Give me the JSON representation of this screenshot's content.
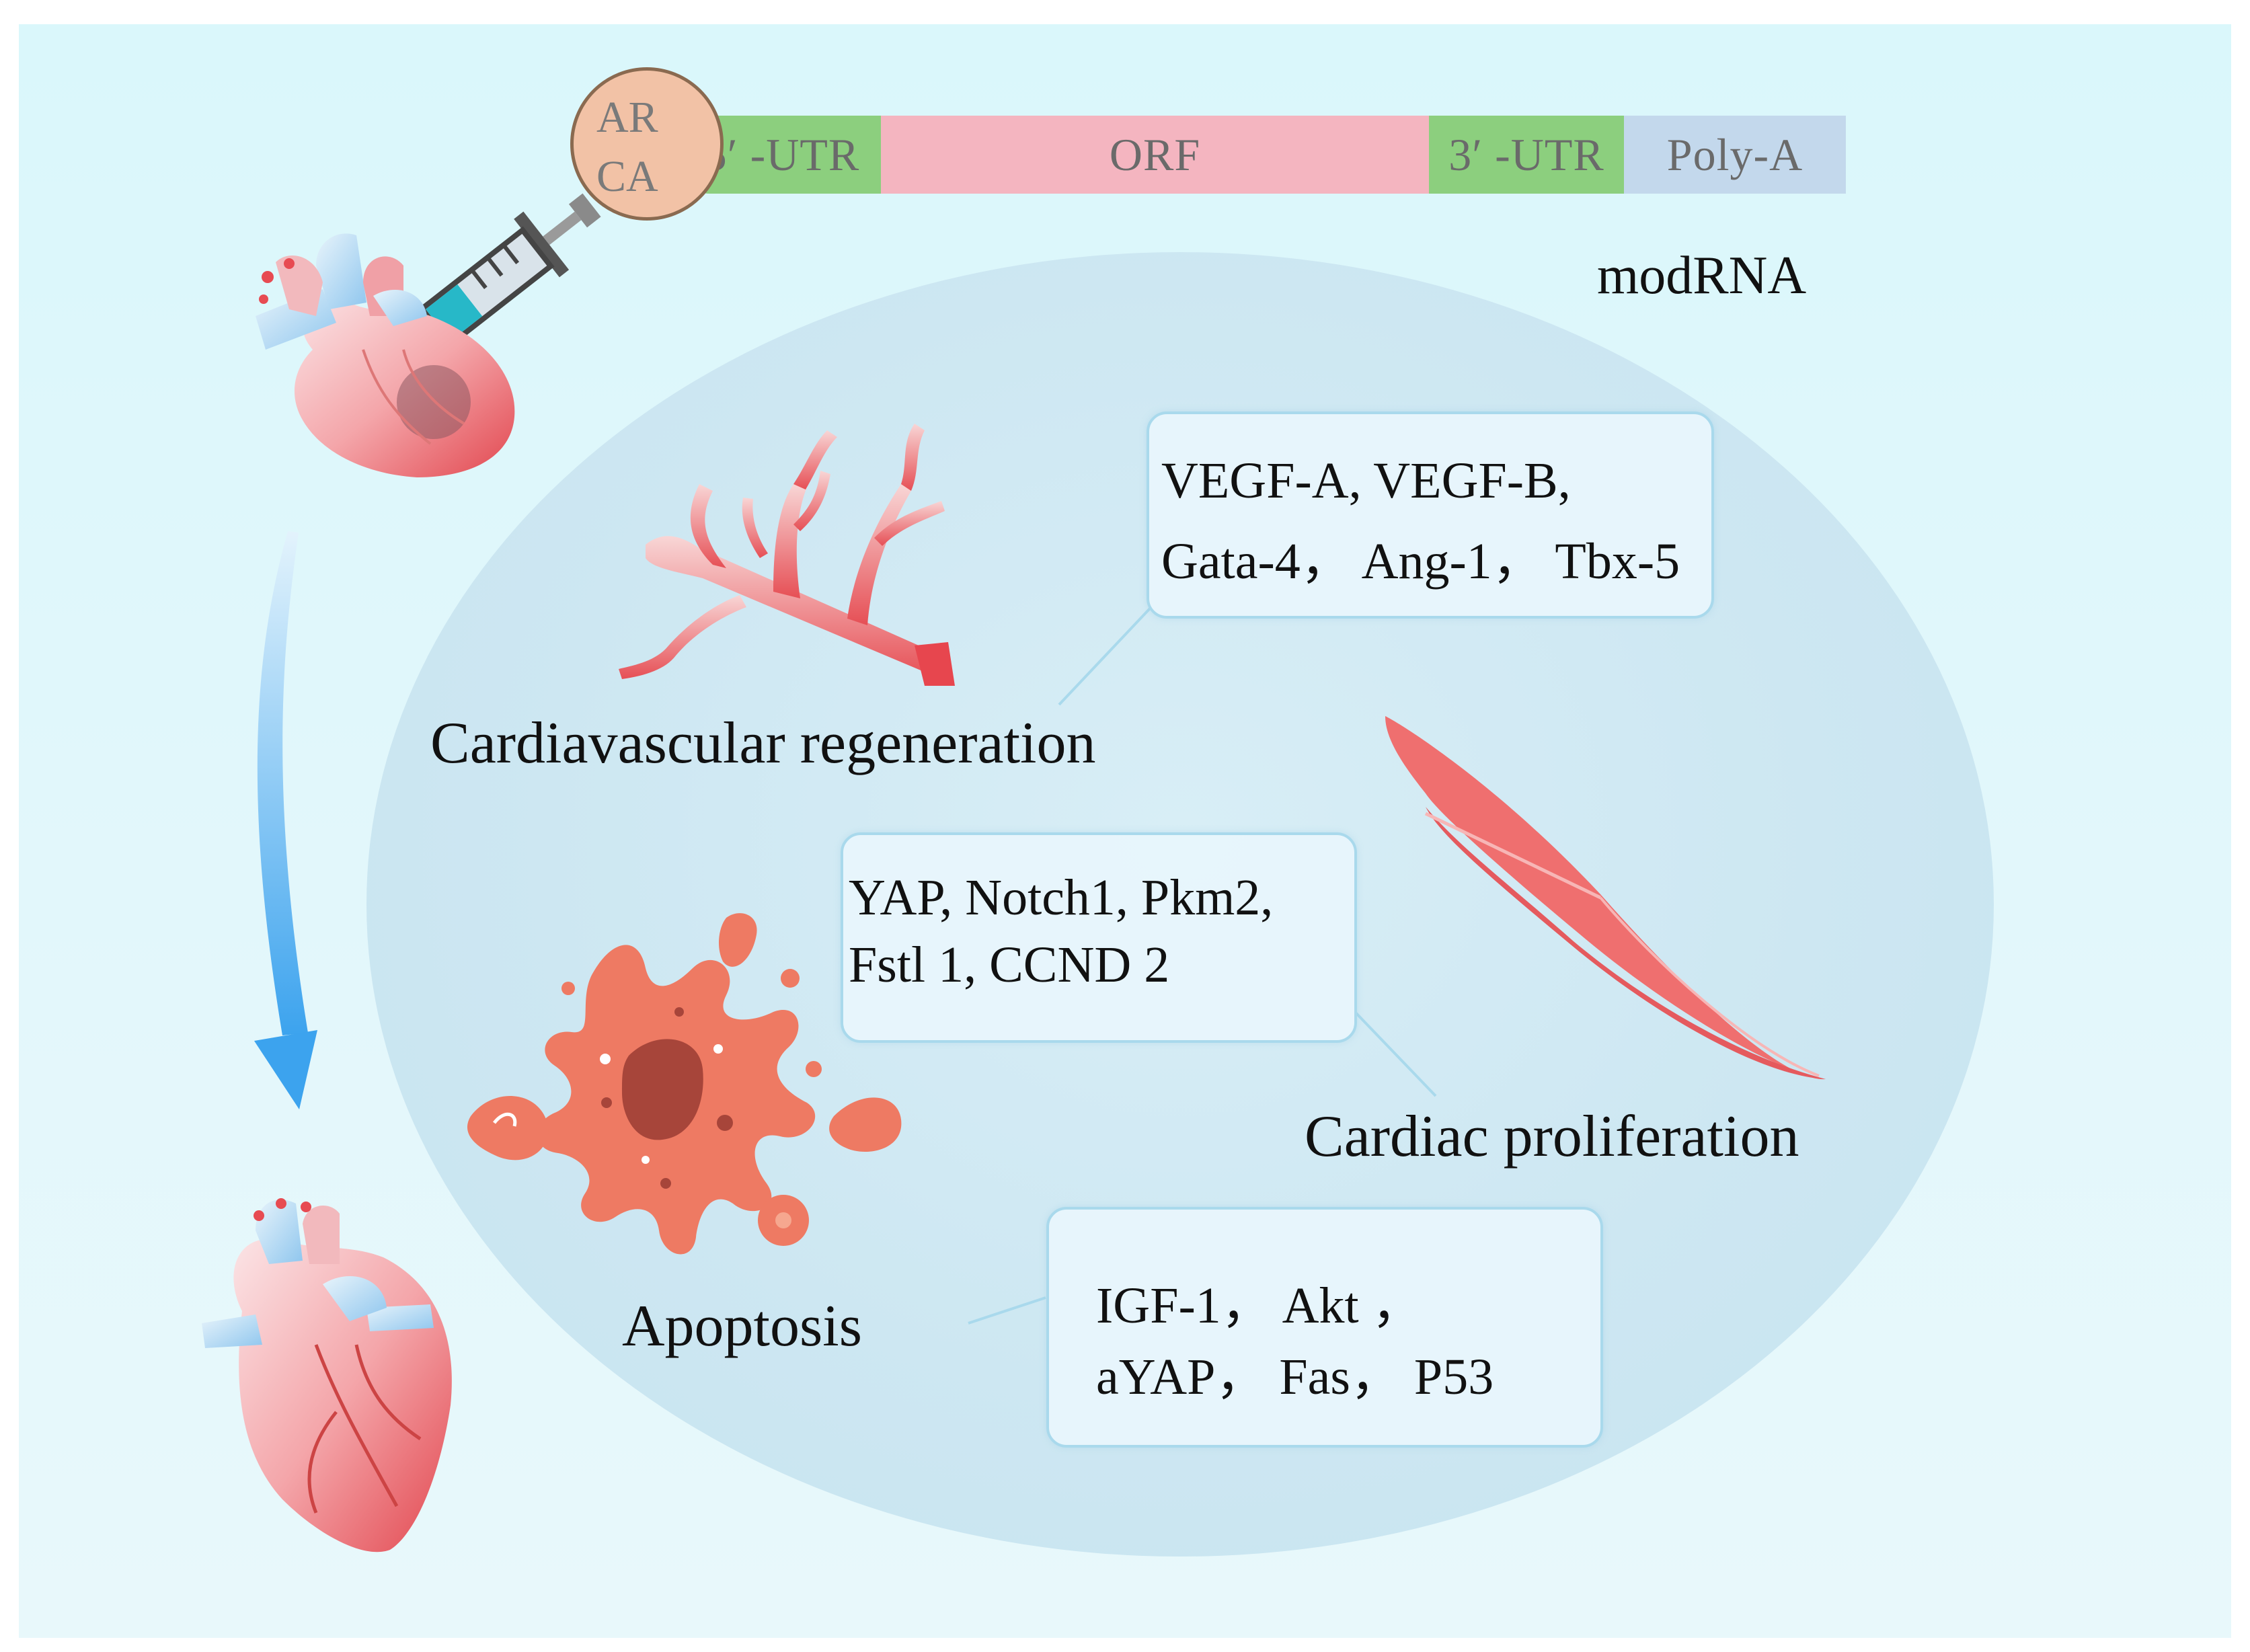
{
  "construct": {
    "cap": [
      "AR",
      "CA"
    ],
    "utr5": "5′ -UTR",
    "orf": "ORF",
    "utr3": "3′ -UTR",
    "polya": "Poly-A",
    "name": "modRNA",
    "colors": {
      "cap": "#f2c2a6",
      "utr": "#8ccf7e",
      "orf": "#f4b5c0",
      "polya": "#c3d8ec"
    }
  },
  "processes": {
    "regeneration": {
      "label": "Cardiavascular regeneration",
      "genes": [
        "VEGF-A, VEGF-B,",
        "Gata-4， Ang-1， Tbx-5"
      ]
    },
    "proliferation": {
      "label": "Cardiac proliferation",
      "genes": [
        "YAP, Notch1, Pkm2,",
        "Fstl 1, CCND 2"
      ]
    },
    "apoptosis": {
      "label": "Apoptosis",
      "genes": [
        "IGF-1，  Akt ，",
        "aYAP， Fas， P53"
      ]
    }
  },
  "icons": [
    "syringe-icon",
    "injured-heart-icon",
    "healthy-heart-icon",
    "blood-vessel-icon",
    "muscle-fiber-icon",
    "apoptotic-cell-icon",
    "arrow-down-icon"
  ],
  "colors": {
    "arrow": "#4aa8ee",
    "vessel": "#ee6b6b",
    "muscle": "#ef6f6f",
    "cell": "#ee7a63",
    "nucleus": "#a7453a"
  }
}
